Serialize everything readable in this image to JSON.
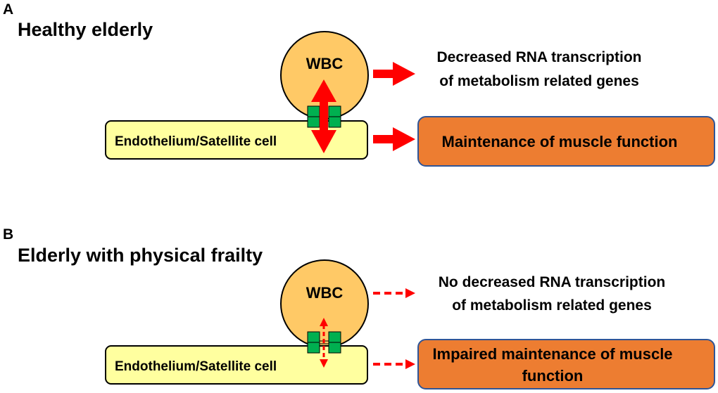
{
  "panels": [
    {
      "letter": "A",
      "title": "Healthy elderly",
      "cell_label": "WBC",
      "substrate_label": "Endothelium/Satellite cell",
      "interaction": "strong",
      "outcome_text_lines": [
        "Decreased RNA transcription",
        "of metabolism related genes"
      ],
      "result_box_lines": [
        "Maintenance of muscle function"
      ],
      "arrow_style": "solid"
    },
    {
      "letter": "B",
      "title": "Elderly with physical frailty",
      "cell_label": "WBC",
      "substrate_label": "Endothelium/Satellite cell",
      "interaction": "weak",
      "outcome_text_lines": [
        "No decreased RNA transcription",
        "of metabolism related genes"
      ],
      "result_box_lines": [
        "Impaired maintenance of muscle",
        "function"
      ],
      "arrow_style": "dashed"
    }
  ],
  "colors": {
    "wbc_fill": "#FFC966",
    "substrate_fill": "#FFFF9F",
    "receptor_fill": "#00B050",
    "arrow": "#FF0000",
    "result_fill": "#ED7D31",
    "result_border": "#2F5597"
  }
}
